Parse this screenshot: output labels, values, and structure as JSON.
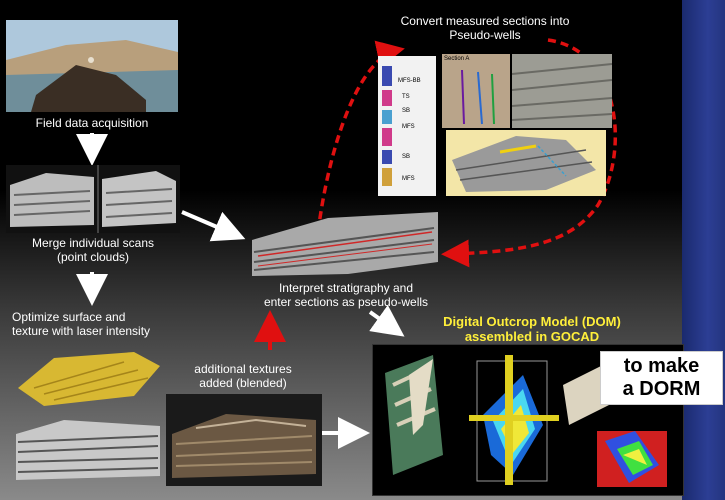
{
  "colors": {
    "arrow_white": "#ffffff",
    "arrow_red": "#e01010",
    "title_yellow": "#ffef3a",
    "sidebar_blue": "#2c3e94"
  },
  "labels": {
    "field": "Field data acquisition",
    "merge_line1": "Merge individual scans",
    "merge_line2": "(point clouds)",
    "optimize_line1": "Optimize surface and",
    "optimize_line2": "texture with laser intensity",
    "textures_line1": "additional textures",
    "textures_line2": "added (blended)",
    "interpret_line1": "Interpret stratigraphy and",
    "interpret_line2": "enter sections as pseudo-wells",
    "convert_line1": "Convert measured sections into",
    "convert_line2": "Pseudo-wells",
    "dom_line1": "Digital Outcrop Model (DOM)",
    "dom_line2": "assembled in GOCAD",
    "dorm_line1": "to make",
    "dorm_line2": "a DORM"
  },
  "column_labels": {
    "section": "Section A",
    "tags": [
      "MFS-BB",
      "TS",
      "SB",
      "MFS",
      "SB",
      "MFS"
    ]
  }
}
